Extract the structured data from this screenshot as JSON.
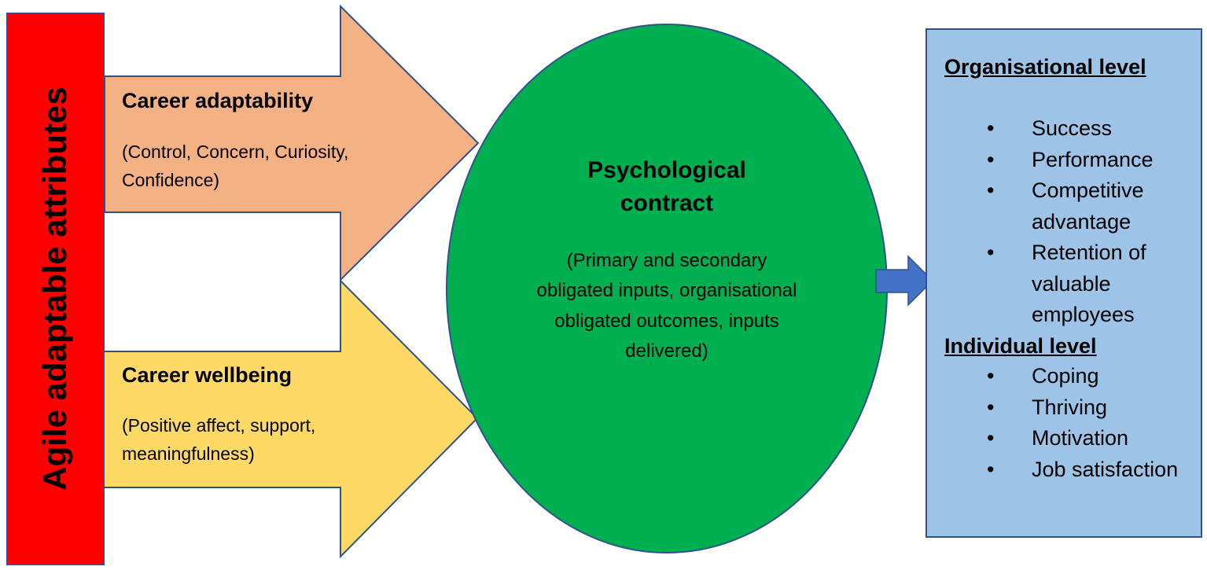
{
  "colors": {
    "side_bar": "#ff0000",
    "arrow_adaptability": "#f4b183",
    "arrow_wellbeing": "#ffd966",
    "circle": "#00b050",
    "outcome_box": "#9dc3e6",
    "connector_arrow": "#4472c4",
    "outline": "#2f528f"
  },
  "side_bar": {
    "label": "Agile adaptable attributes"
  },
  "career_adaptability": {
    "title": "Career adaptability",
    "detail": "(Control, Concern, Curiosity, Confidence)"
  },
  "career_wellbeing": {
    "title": "Career wellbeing",
    "detail": "(Positive affect, support, meaningfulness)"
  },
  "psychological_contract": {
    "title": "Psychological contract",
    "detail": "(Primary and secondary obligated inputs, organisational obligated outcomes, inputs delivered)"
  },
  "outcomes": {
    "organisational": {
      "heading": "Organisational level",
      "items": [
        "Success",
        "Performance",
        "Competitive advantage",
        "Retention of valuable employees"
      ]
    },
    "individual": {
      "heading": "Individual level",
      "items": [
        "Coping",
        "Thriving",
        "Motivation",
        "Job satisfaction"
      ]
    },
    "bullet_glyph": "•"
  }
}
